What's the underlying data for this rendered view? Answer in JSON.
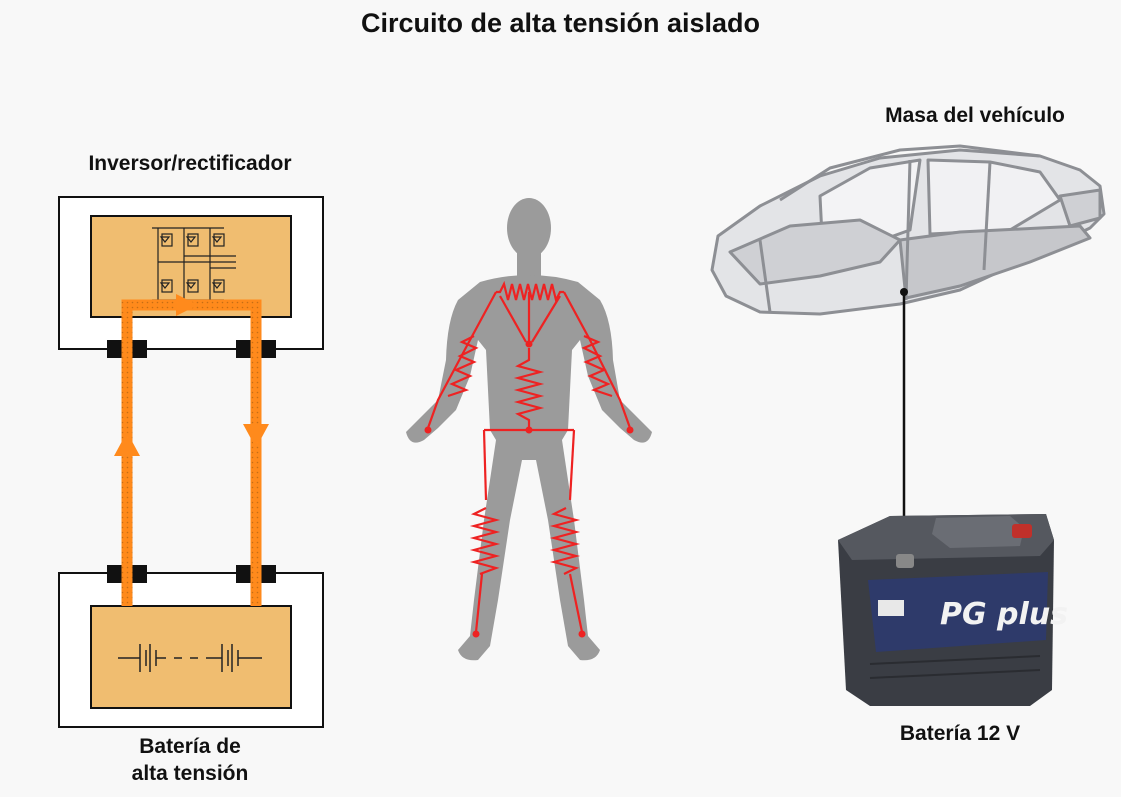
{
  "title": "Circuito de alta tensión aislado",
  "labels": {
    "inverter": "Inversor/rectificador",
    "hv_battery_line1": "Batería de",
    "hv_battery_line2": "alta tensión",
    "vehicle_ground": "Masa del vehículo",
    "battery_12v": "Batería 12 V"
  },
  "battery_brand": "PG plus",
  "colors": {
    "module_fill": "#f0bd70",
    "current": "#ff8a1c",
    "body_silhouette": "#9b9b9b",
    "body_resistance": "#ee2222",
    "terminal": "#111111"
  }
}
